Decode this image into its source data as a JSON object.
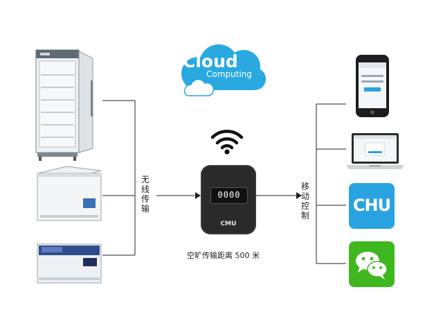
{
  "cloud": {
    "word1": "Cloud",
    "word2": "Computing",
    "color": "#29a9e0"
  },
  "left_label": "无线传输",
  "right_label": "移动控制",
  "device": {
    "display": "0000",
    "brand": "CMU"
  },
  "caption": "空旷传输距离 500 米",
  "app_logo": "CHU",
  "colors": {
    "app_blue": "#29a3e0",
    "wechat_green": "#3fb81f",
    "device_body": "#2a2a2a",
    "line": "#222222"
  }
}
